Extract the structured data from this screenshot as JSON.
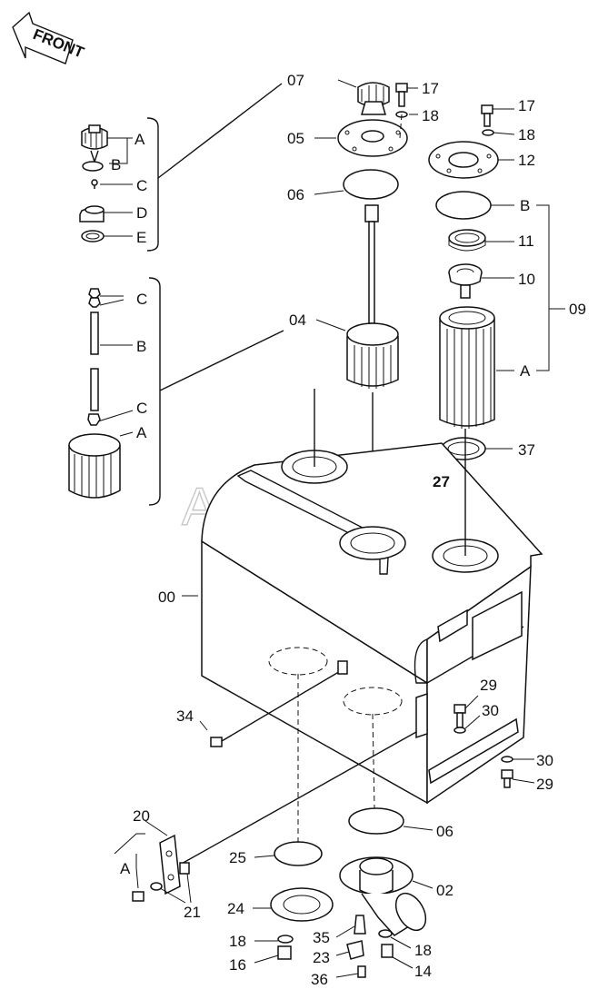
{
  "front_arrow": {
    "text": "FRONT"
  },
  "watermark": "AutoSoft",
  "callouts": [
    {
      "id": "c07",
      "text": "07"
    },
    {
      "id": "c17a",
      "text": "17"
    },
    {
      "id": "c18a",
      "text": "18"
    },
    {
      "id": "c17b",
      "text": "17"
    },
    {
      "id": "c18b",
      "text": "18"
    },
    {
      "id": "c12",
      "text": "12"
    },
    {
      "id": "c05",
      "text": "05"
    },
    {
      "id": "c06a",
      "text": "06"
    },
    {
      "id": "cB09",
      "text": "B"
    },
    {
      "id": "c11",
      "text": "11"
    },
    {
      "id": "c10",
      "text": "10"
    },
    {
      "id": "c09",
      "text": "09"
    },
    {
      "id": "c04",
      "text": "04"
    },
    {
      "id": "cA09",
      "text": "A"
    },
    {
      "id": "c37",
      "text": "37"
    },
    {
      "id": "c27",
      "text": "27"
    },
    {
      "id": "c00",
      "text": "00"
    },
    {
      "id": "c29a",
      "text": "29"
    },
    {
      "id": "c30a",
      "text": "30"
    },
    {
      "id": "c34",
      "text": "34"
    },
    {
      "id": "c30b",
      "text": "30"
    },
    {
      "id": "c29b",
      "text": "29"
    },
    {
      "id": "c06b",
      "text": "06"
    },
    {
      "id": "c20",
      "text": "20"
    },
    {
      "id": "cA20",
      "text": "A"
    },
    {
      "id": "c25",
      "text": "25"
    },
    {
      "id": "c02",
      "text": "02"
    },
    {
      "id": "c21",
      "text": "21"
    },
    {
      "id": "c24",
      "text": "24"
    },
    {
      "id": "c18c",
      "text": "18"
    },
    {
      "id": "c35",
      "text": "35"
    },
    {
      "id": "c18d",
      "text": "18"
    },
    {
      "id": "c16",
      "text": "16"
    },
    {
      "id": "c23",
      "text": "23"
    },
    {
      "id": "c36",
      "text": "36"
    },
    {
      "id": "c14",
      "text": "14"
    },
    {
      "id": "kA07",
      "text": "A"
    },
    {
      "id": "kB07",
      "text": "B"
    },
    {
      "id": "kC07",
      "text": "C"
    },
    {
      "id": "kD07",
      "text": "D"
    },
    {
      "id": "kE07",
      "text": "E"
    },
    {
      "id": "kC04a",
      "text": "C"
    },
    {
      "id": "kB04",
      "text": "B"
    },
    {
      "id": "kC04b",
      "text": "C"
    },
    {
      "id": "kA04",
      "text": "A"
    }
  ]
}
